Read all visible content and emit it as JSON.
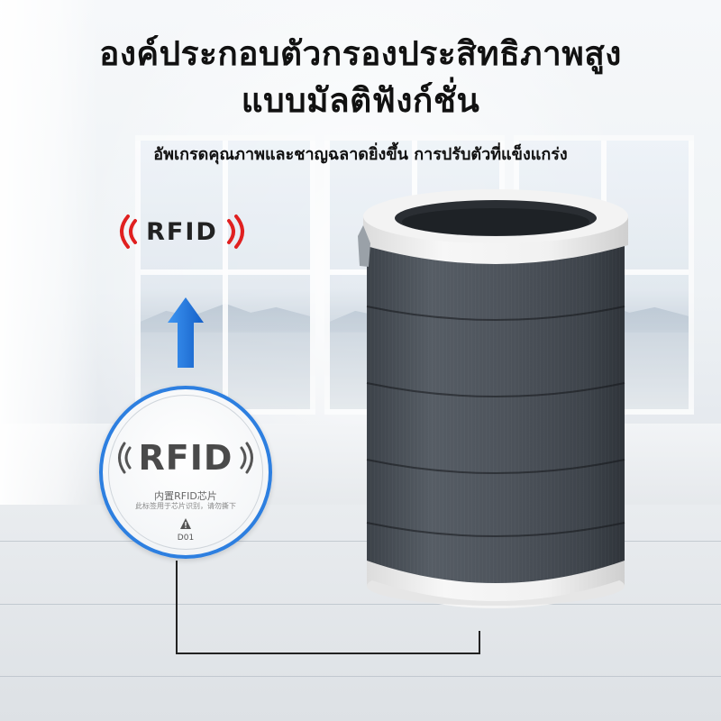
{
  "heading": {
    "line1": "องค์ประกอบตัวกรองประสิทธิภาพสูง",
    "line2": "แบบมัลติฟังก์ชั่น"
  },
  "subheading": "อัพเกรดคุณภาพและชาญฉลาดยิ่งขึ้น การปรับตัวที่แข็งแกร่ง",
  "rfid_label": {
    "text": "RFID",
    "wave_color": "#e02020"
  },
  "arrow": {
    "direction": "up",
    "color": "#1f7ae0"
  },
  "rfid_tag": {
    "title": "RFID",
    "line1": "内置RFID芯片",
    "line2": "此标签用于芯片识别，请勿撕下",
    "code": "D01",
    "border_color": "#2d7fe0",
    "icon": "warning-icon"
  },
  "product": {
    "icon": "air-purifier-filter",
    "mesh_color": "#4d535b",
    "cap_color": "#f5f5f5"
  }
}
